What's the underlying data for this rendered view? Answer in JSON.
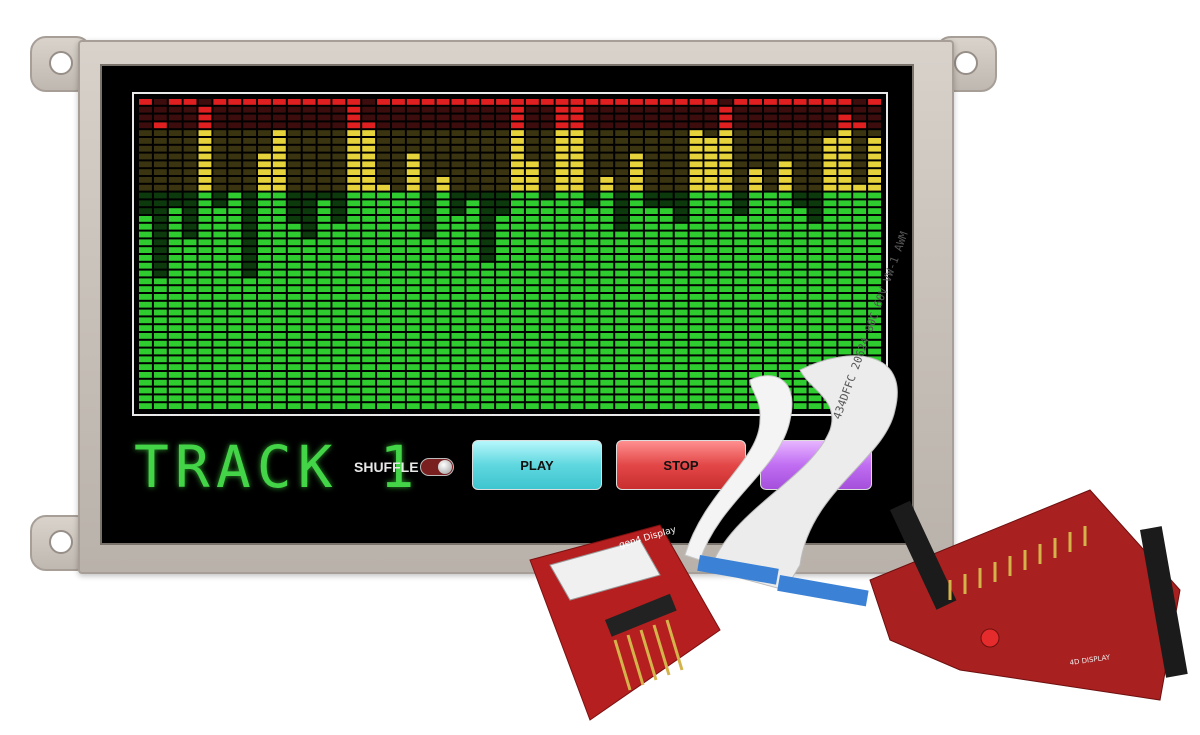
{
  "screen": {
    "track_title": "TRACK 1",
    "shuffle_label": "SHUFFLE",
    "buttons": {
      "play": "PLAY",
      "stop": "STOP",
      "third": ""
    }
  },
  "spectrum": {
    "bands": 50,
    "segments": 40,
    "levels": [
      25,
      17,
      26,
      22,
      39,
      26,
      28,
      17,
      33,
      36,
      24,
      22,
      27,
      24,
      39,
      36,
      29,
      28,
      33,
      22,
      30,
      25,
      27,
      19,
      25,
      39,
      32,
      27,
      40,
      40,
      26,
      30,
      23,
      33,
      26,
      26,
      24,
      36,
      35,
      39,
      25,
      31,
      28,
      32,
      26,
      24,
      35,
      38,
      29,
      35
    ],
    "peaks": [
      40,
      37,
      40,
      40,
      37,
      40,
      40,
      40,
      40,
      40,
      40,
      40,
      40,
      40,
      40,
      37,
      40,
      40,
      40,
      40,
      40,
      40,
      40,
      40,
      40,
      40,
      40,
      40,
      40,
      40,
      40,
      40,
      40,
      40,
      40,
      40,
      40,
      40,
      40,
      37,
      40,
      40,
      40,
      40,
      40,
      40,
      40,
      40,
      37,
      40
    ],
    "colors": {
      "green": "#2ecc2e",
      "green_dim": "#0c3a0c",
      "yellow": "#e6d23a",
      "yellow_dim": "#3a3510",
      "red": "#e02020",
      "red_dim": "#3d0d0d"
    }
  },
  "hardware": {
    "cable_text": "434DFFC 20624 80C 60V VW-1 AWM",
    "adapter_label": "gen4 Display",
    "shield_label": "4D DISPLAY"
  }
}
